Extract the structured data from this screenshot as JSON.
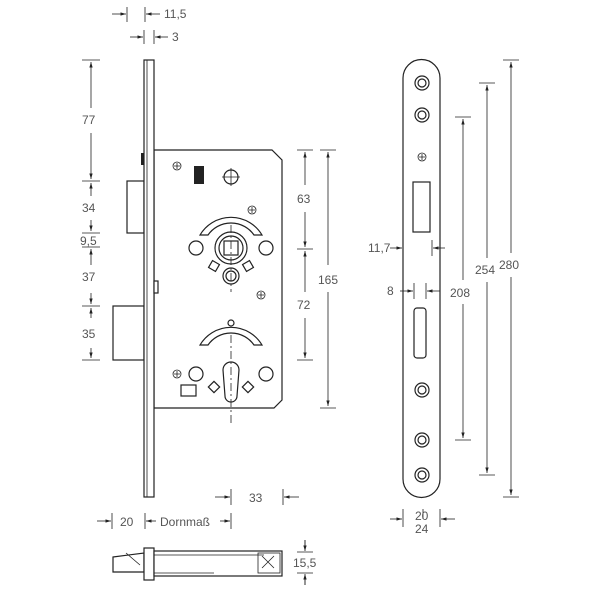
{
  "lock_view": {
    "dims_top": {
      "width_115": "11,5",
      "faceplate_3": "3"
    },
    "dims_left": {
      "d77": "77",
      "d34": "34",
      "d95": "9,5",
      "d37": "37",
      "d35": "35"
    },
    "dims_right": {
      "d63": "63",
      "d72": "72",
      "d165": "165"
    },
    "dims_bottom": {
      "d33": "33",
      "d20": "20",
      "backset": "Dornmaß"
    }
  },
  "bottom_view": {
    "d155": "15,5"
  },
  "strike_plate": {
    "d117": "11,7",
    "d8": "8",
    "d208": "208",
    "d254": "254",
    "d280": "280",
    "d20": "20",
    "d24": "24"
  }
}
